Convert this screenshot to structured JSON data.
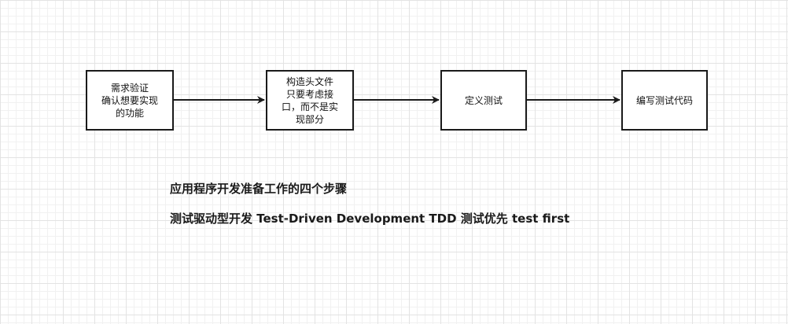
{
  "diagram": {
    "nodes": [
      {
        "id": "n1",
        "label": "需求验证\n确认想要实现\n的功能"
      },
      {
        "id": "n2",
        "label": "构造头文件\n只要考虑接\n口，而不是实\n现部分"
      },
      {
        "id": "n3",
        "label": "定义测试"
      },
      {
        "id": "n4",
        "label": "编写测试代码"
      }
    ],
    "edges": [
      {
        "from": "n1",
        "to": "n2"
      },
      {
        "from": "n2",
        "to": "n3"
      },
      {
        "from": "n3",
        "to": "n4"
      }
    ]
  },
  "captions": {
    "line1": "应用程序开发准备工作的四个步骤",
    "line2": "测试驱动型开发 Test-Driven Development  TDD 测试优先 test first"
  },
  "colors": {
    "stroke": "#1a1a1a",
    "background": "#ffffff"
  }
}
